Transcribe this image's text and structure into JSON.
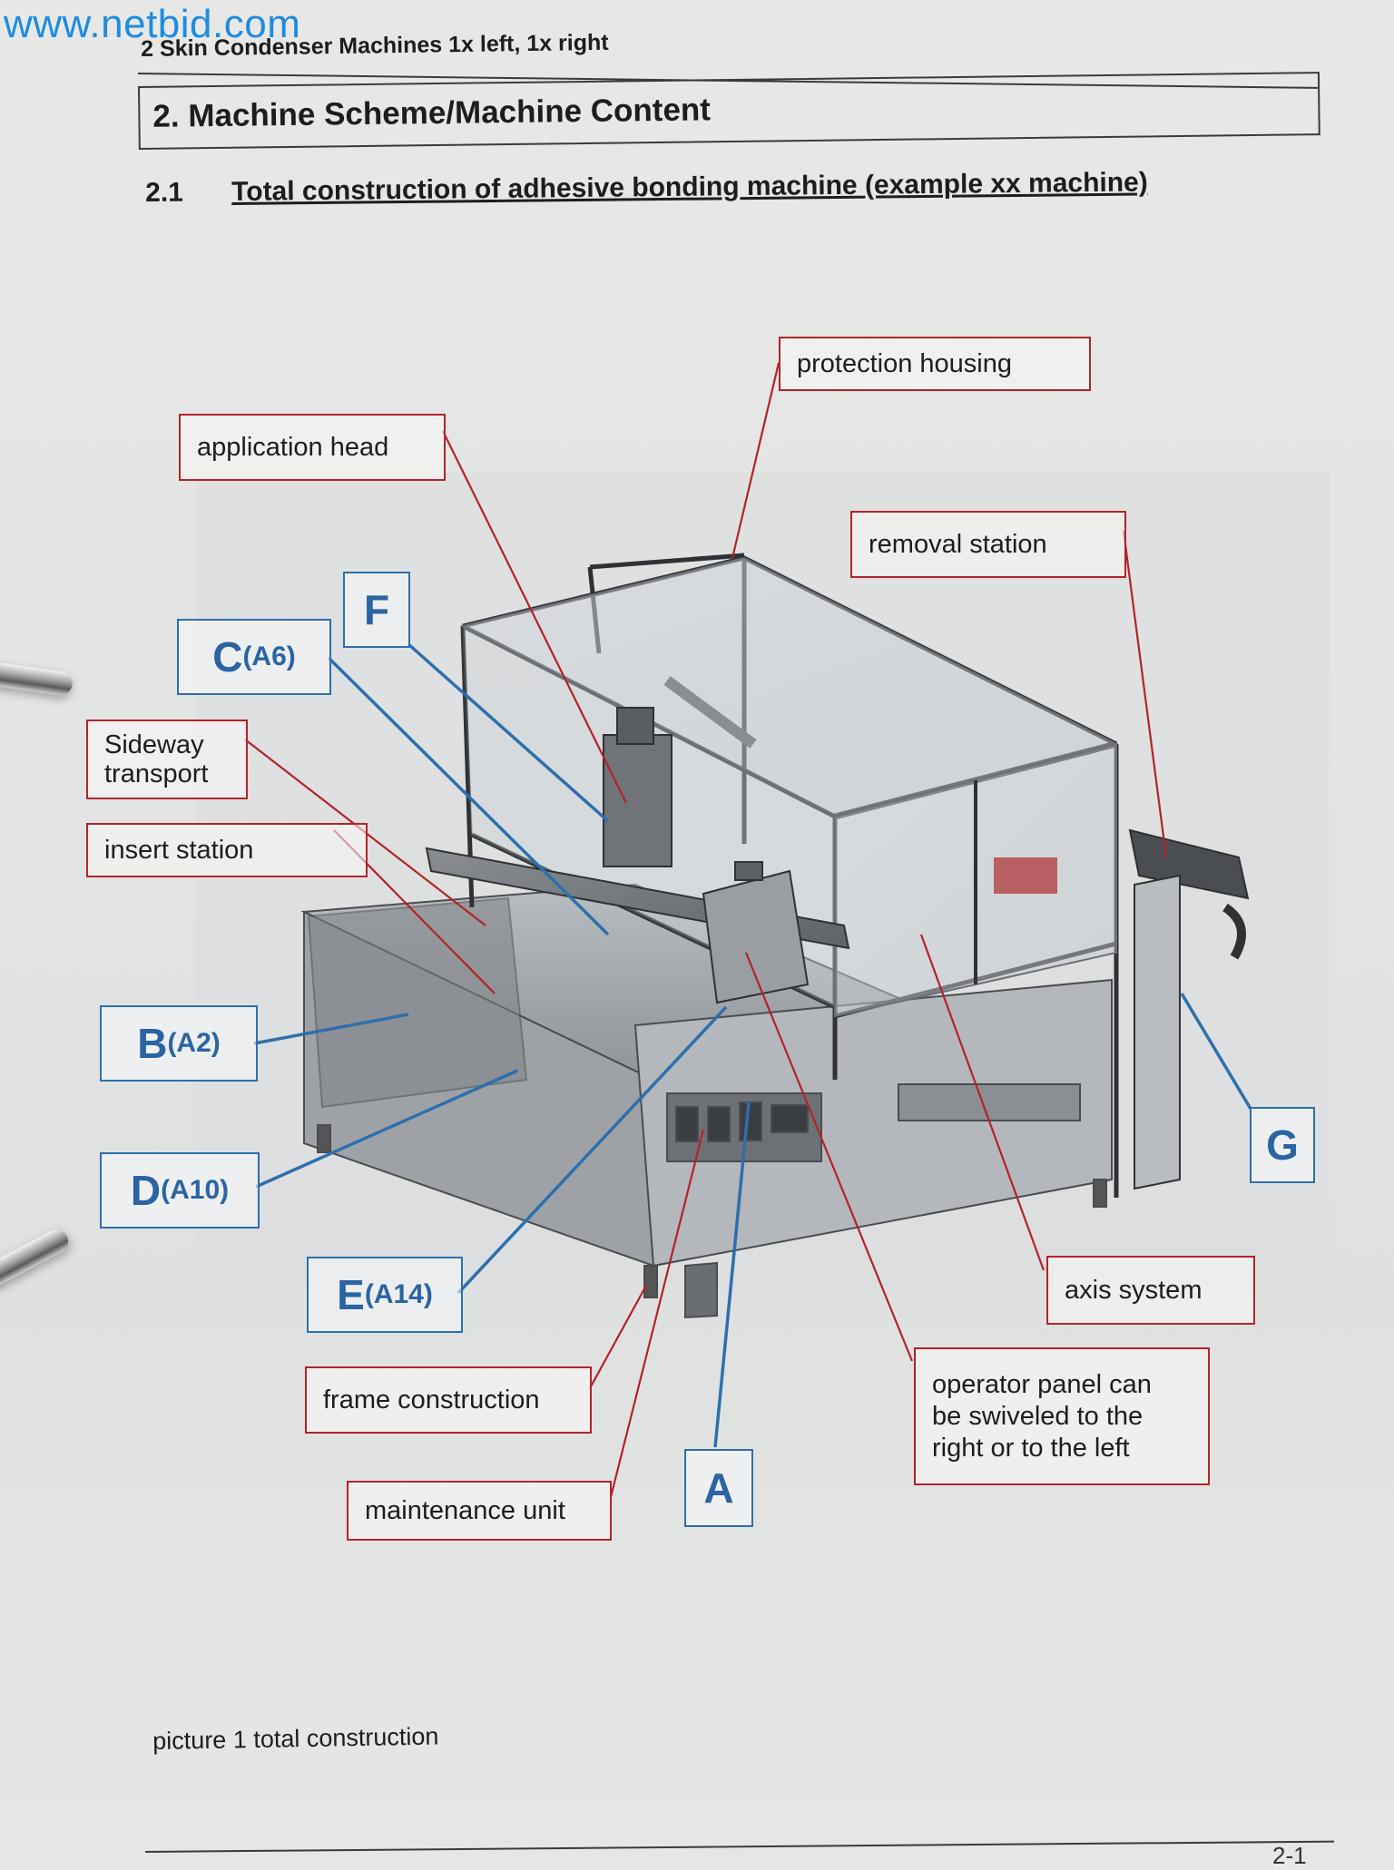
{
  "watermark": "www.netbid.com",
  "running_header": "2 Skin Condenser Machines 1x left, 1x right",
  "section": {
    "title": "2. Machine Scheme/Machine Content"
  },
  "subsection": {
    "number": "2.1",
    "title": "Total construction of adhesive bonding machine (example xx machine)"
  },
  "figure": {
    "labels": {
      "protection_housing": "protection housing",
      "application_head": "application head",
      "removal_station": "removal station",
      "sideway_transport_line1": "Sideway",
      "sideway_transport_line2": "transport",
      "insert_station": "insert station",
      "axis_system": "axis system",
      "operator_panel_line1": "operator panel can",
      "operator_panel_line2": "be swiveled to the",
      "operator_panel_line3": "right or to the left",
      "frame_construction": "frame construction",
      "maintenance_unit": "maintenance unit"
    },
    "markers": {
      "f": {
        "letter": "F",
        "code": ""
      },
      "c": {
        "letter": "C",
        "code": "(A6)"
      },
      "b": {
        "letter": "B",
        "code": "(A2)"
      },
      "d": {
        "letter": "D",
        "code": "(A10)"
      },
      "e": {
        "letter": "E",
        "code": "(A14)"
      },
      "a": {
        "letter": "A",
        "code": ""
      },
      "g": {
        "letter": "G",
        "code": ""
      }
    }
  },
  "caption": "picture 1 total construction",
  "page_number": "2-1",
  "colors": {
    "label_red": "#b3232a",
    "marker_blue": "#2e6fad",
    "watermark_blue": "#1e8be0"
  }
}
